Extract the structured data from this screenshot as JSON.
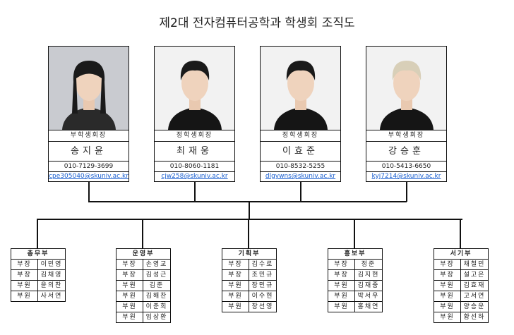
{
  "title": "제2대 전자컴퓨터공학과 학생회 조직도",
  "leaders": [
    {
      "role": "부학생회장",
      "name": "송지윤",
      "phone": "010-7129-3699",
      "email": "cpe305040@skuniv.ac.kr"
    },
    {
      "role": "정학생회장",
      "name": "최재웅",
      "phone": "010-8060-1181",
      "email": "cjw258@skuniv.ac.kr"
    },
    {
      "role": "정학생회장",
      "name": "이효준",
      "phone": "010-8532-5255",
      "email": "dlgywns@skuniv.ac.kr"
    },
    {
      "role": "부학생회장",
      "name": "강승훈",
      "phone": "010-5413-6650",
      "email": "kyj7214@skuniv.ac.kr"
    }
  ],
  "departments": [
    {
      "name": "총무부",
      "members": [
        {
          "role": "부장",
          "name": "이민영"
        },
        {
          "role": "부장",
          "name": "김채영"
        },
        {
          "role": "부원",
          "name": "윤의찬"
        },
        {
          "role": "부원",
          "name": "사서연"
        }
      ]
    },
    {
      "name": "운영부",
      "members": [
        {
          "role": "부장",
          "name": "손영교"
        },
        {
          "role": "부장",
          "name": "김성근"
        },
        {
          "role": "부원",
          "name": "김준"
        },
        {
          "role": "부원",
          "name": "김해찬"
        },
        {
          "role": "부원",
          "name": "이준희"
        },
        {
          "role": "부원",
          "name": "임상환"
        }
      ]
    },
    {
      "name": "기획부",
      "members": [
        {
          "role": "부장",
          "name": "김수로"
        },
        {
          "role": "부장",
          "name": "조민규"
        },
        {
          "role": "부원",
          "name": "장민규"
        },
        {
          "role": "부원",
          "name": "이수현"
        },
        {
          "role": "부원",
          "name": "장선영"
        }
      ]
    },
    {
      "name": "홍보부",
      "members": [
        {
          "role": "부장",
          "name": "정준"
        },
        {
          "role": "부장",
          "name": "김지현"
        },
        {
          "role": "부원",
          "name": "김재중"
        },
        {
          "role": "부원",
          "name": "박서우"
        },
        {
          "role": "부원",
          "name": "홍채연"
        }
      ]
    },
    {
      "name": "서기부",
      "members": [
        {
          "role": "부장",
          "name": "채철민"
        },
        {
          "role": "부장",
          "name": "설고은"
        },
        {
          "role": "부원",
          "name": "김효재"
        },
        {
          "role": "부원",
          "name": "고서연"
        },
        {
          "role": "부원",
          "name": "양승운"
        },
        {
          "role": "부원",
          "name": "황선하"
        }
      ]
    }
  ]
}
